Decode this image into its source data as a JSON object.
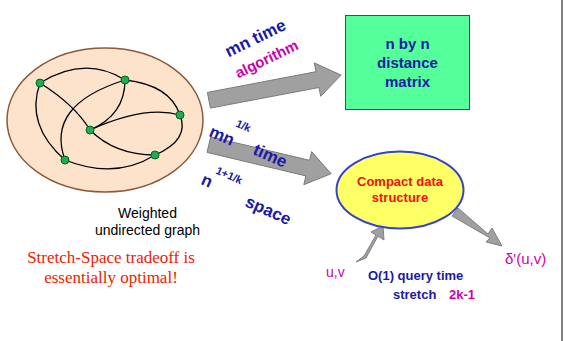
{
  "diagram": {
    "nodes": [
      {
        "text": [
          "Weighted undirected graph"
        ]
      },
      {
        "text": [
          "n by n distance matrix"
        ]
      },
      {
        "text": [
          "Compact data structure"
        ]
      }
    ],
    "edges": [
      {
        "from": 0,
        "to": 1,
        "arrow": "to"
      },
      {
        "from": 0,
        "to": 2,
        "arrow": "to"
      }
    ],
    "labels": [
      "mn time",
      "algorithm",
      "mn",
      "1/k",
      "time",
      "n",
      "1+1/k",
      "space",
      "u,v",
      "O(1) query time",
      "stretch",
      "2k-1",
      "δ'(u,v)",
      "Stretch-Space tradeoff is essentially optimal!"
    ]
  }
}
